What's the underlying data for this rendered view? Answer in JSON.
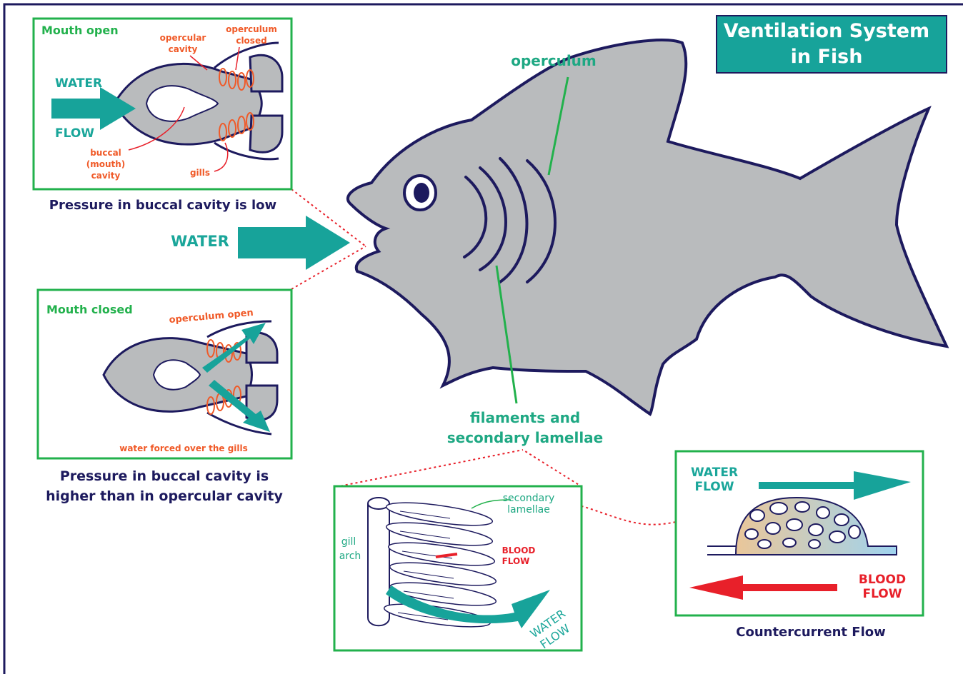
{
  "title": {
    "line1": "Ventilation System",
    "line2": "in Fish"
  },
  "colors": {
    "panel_border": "#22b14c",
    "teal": "#1aa69a",
    "navy": "#1d1a5e",
    "orange": "#f05a28",
    "red": "#e8202a",
    "fish_gray": "#b9bbbd"
  },
  "fish": {
    "operculum_label": "operculum",
    "filaments_label_1": "filaments and",
    "filaments_label_2": "secondary lamellae",
    "water_label": "WATER"
  },
  "panel_open": {
    "heading": "Mouth open",
    "water_label": "WATER",
    "flow_label": "FLOW",
    "opercular_cavity_1": "opercular",
    "opercular_cavity_2": "cavity",
    "operculum_closed_1": "operculum",
    "operculum_closed_2": "closed",
    "buccal_1": "buccal",
    "buccal_2": "(mouth)",
    "buccal_3": "cavity",
    "gills": "gills",
    "caption": "Pressure in buccal cavity is low"
  },
  "panel_closed": {
    "heading": "Mouth closed",
    "operculum_open": "operculum open",
    "water_forced": "water forced over the gills",
    "caption_1": "Pressure in buccal cavity is",
    "caption_2": "higher than in opercular cavity"
  },
  "panel_gill": {
    "secondary_1": "secondary",
    "secondary_2": "lamellae",
    "gill_1": "gill",
    "gill_2": "arch",
    "blood_1": "BLOOD",
    "blood_2": "FLOW",
    "water_1": "WATER",
    "water_2": "FLOW"
  },
  "panel_counter": {
    "water_1": "WATER",
    "water_2": "FLOW",
    "blood_1": "BLOOD",
    "blood_2": "FLOW",
    "caption": "Countercurrent Flow"
  }
}
